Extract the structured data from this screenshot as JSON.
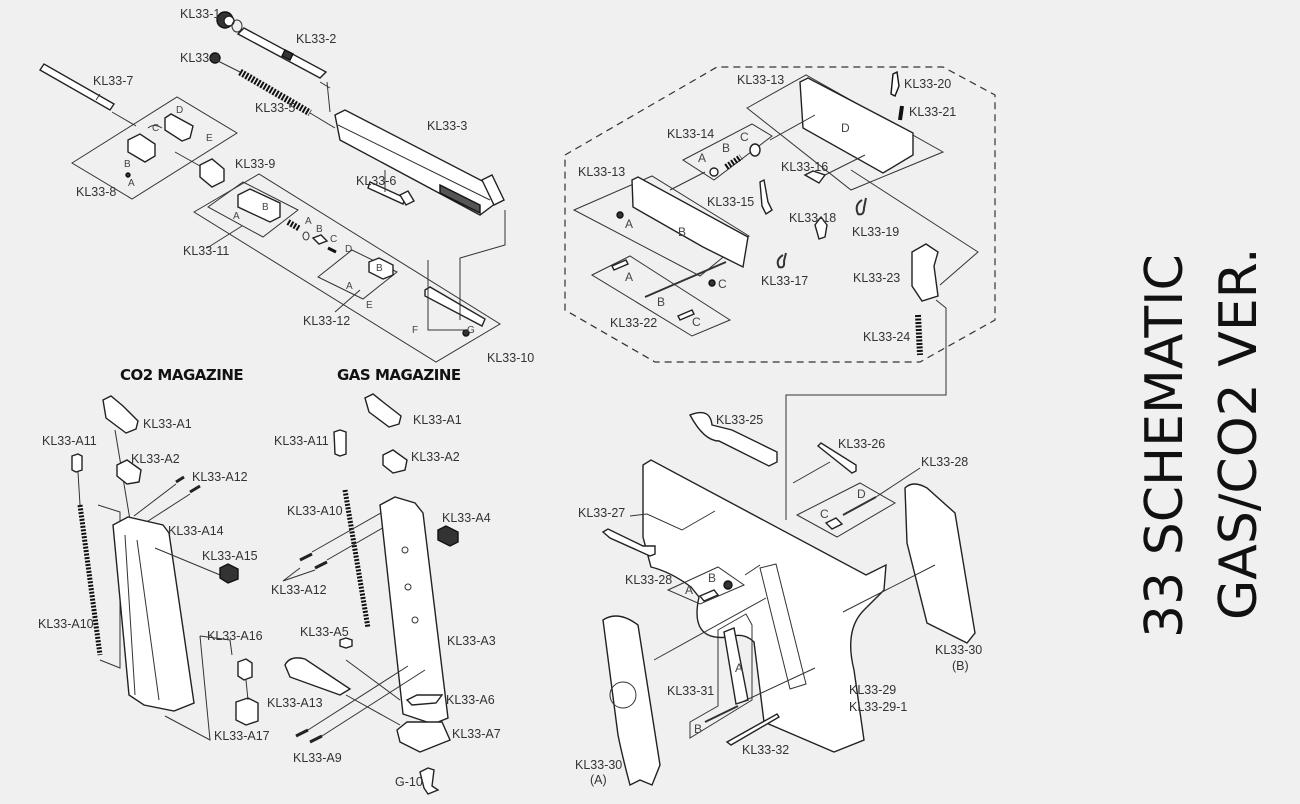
{
  "title": {
    "line1": "33 SCHEMATIC",
    "line2": "GAS/CO2 VER."
  },
  "sections": {
    "co2_magazine": "CO2 MAGAZINE",
    "gas_magazine": "GAS MAGAZINE"
  },
  "labels": {
    "kl33_1": "KL33-1",
    "kl33_2": "KL33-2",
    "kl33_3": "KL33-3",
    "kl33_4": "KL33-4",
    "kl33_5": "KL33-5",
    "kl33_6": "KL33-6",
    "kl33_7": "KL33-7",
    "kl33_8": "KL33-8",
    "kl33_9": "KL33-9",
    "kl33_10": "KL33-10",
    "kl33_11": "KL33-11",
    "kl33_12": "KL33-12",
    "kl33_13a": "KL33-13",
    "kl33_13b": "KL33-13",
    "kl33_14": "KL33-14",
    "kl33_15": "KL33-15",
    "kl33_16": "KL33-16",
    "kl33_17": "KL33-17",
    "kl33_18": "KL33-18",
    "kl33_19": "KL33-19",
    "kl33_20": "KL33-20",
    "kl33_21": "KL33-21",
    "kl33_22": "KL33-22",
    "kl33_23": "KL33-23",
    "kl33_24": "KL33-24",
    "kl33_25": "KL33-25",
    "kl33_26": "KL33-26",
    "kl33_27": "KL33-27",
    "kl33_28a": "KL33-28",
    "kl33_28b": "KL33-28",
    "kl33_29": "KL33-29",
    "kl33_29_1": "KL33-29-1",
    "kl33_30a": "KL33-30",
    "kl33_30a_sub": "(A)",
    "kl33_30b": "KL33-30",
    "kl33_30b_sub": "(B)",
    "kl33_31": "KL33-31",
    "kl33_32": "KL33-32",
    "co2_a1": "KL33-A1",
    "co2_a2": "KL33-A2",
    "co2_a10": "KL33-A10",
    "co2_a11": "KL33-A11",
    "co2_a12": "KL33-A12",
    "co2_a14": "KL33-A14",
    "co2_a15": "KL33-A15",
    "co2_a16": "KL33-A16",
    "co2_a17": "KL33-A17",
    "gas_a1": "KL33-A1",
    "gas_a2": "KL33-A2",
    "gas_a3": "KL33-A3",
    "gas_a4": "KL33-A4",
    "gas_a5": "KL33-A5",
    "gas_a6": "KL33-A6",
    "gas_a7": "KL33-A7",
    "gas_a9": "KL33-A9",
    "gas_a10": "KL33-A10",
    "gas_a11": "KL33-A11",
    "gas_a12": "KL33-A12",
    "gas_a13": "KL33-A13",
    "g10": "G-10"
  },
  "sublabels": {
    "A": "A",
    "B": "B",
    "C": "C",
    "D": "D",
    "E": "E",
    "F": "F",
    "G": "G"
  },
  "colors": {
    "background": "#f0f0f0",
    "ink": "#333333"
  }
}
